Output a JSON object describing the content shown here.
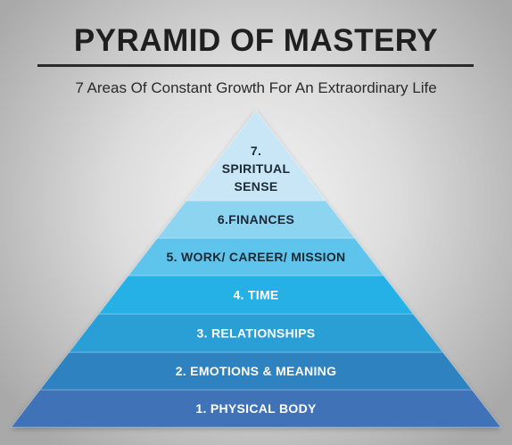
{
  "header": {
    "title": "PYRAMID OF MASTERY",
    "subtitle": "7 Areas Of Constant Growth For An Extraordinary Life"
  },
  "pyramid": {
    "levels": [
      {
        "label_lines": [
          "1. PHYSICAL BODY"
        ],
        "color": "#3f72b8"
      },
      {
        "label_lines": [
          "2. EMOTIONS & MEANING"
        ],
        "color": "#2d82c0"
      },
      {
        "label_lines": [
          "3. RELATIONSHIPS"
        ],
        "color": "#2a9fd6"
      },
      {
        "label_lines": [
          "4. TIME"
        ],
        "color": "#25b1e6"
      },
      {
        "label_lines": [
          "5. WORK/ CAREER/ MISSION"
        ],
        "color": "#5fc4ec"
      },
      {
        "label_lines": [
          "6.FINANCES"
        ],
        "color": "#8dd4f1"
      },
      {
        "label_lines": [
          "7.",
          "SPIRITUAL",
          "SENSE"
        ],
        "color": "#c9e6f6"
      }
    ]
  }
}
